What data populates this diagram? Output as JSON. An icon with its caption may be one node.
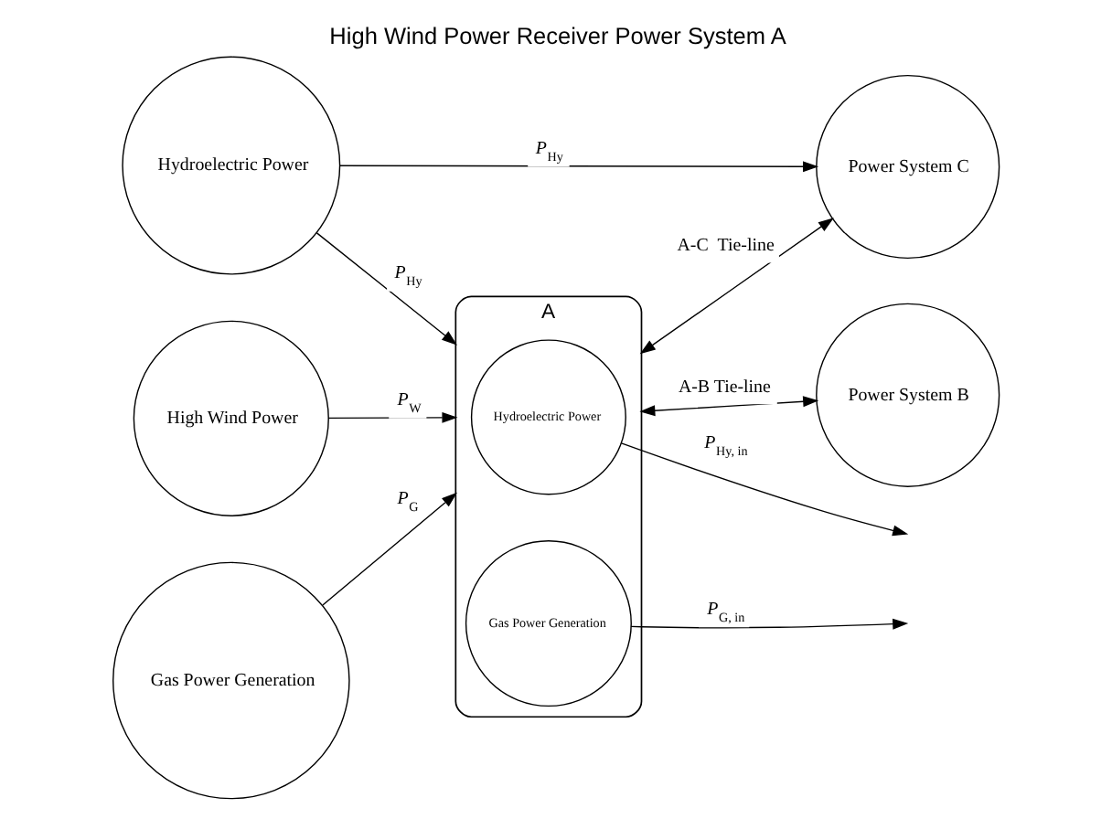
{
  "diagram": {
    "title": "High Wind Power Receiver Power System A",
    "nodes": [
      {
        "text": [
          "A"
        ]
      },
      {
        "text": [
          "Hydroelectric Power"
        ],
        "in": 0
      },
      {
        "text": [
          "Gas Power Generation"
        ],
        "in": 0
      },
      {
        "text": [
          "Gas Power Generation"
        ]
      },
      {
        "text": [
          "Power System B"
        ]
      },
      {
        "text": [
          "Power System C"
        ]
      },
      {
        "text": [
          "High Wind Power"
        ]
      },
      {
        "text": [
          "Hydroelectric Power"
        ]
      }
    ],
    "edges": [
      {
        "from": 3,
        "to": 0,
        "arrow": "to",
        "label": "*P*$_{G}$"
      },
      {
        "from": 1,
        "to": null,
        "arrow": "to",
        "label": "*P*$_{Hy, in}$"
      },
      {
        "from": 2,
        "to": null,
        "arrow": "to",
        "label": "*P*$_{G, in}$"
      },
      {
        "from": 0,
        "to": 4,
        "arrow": "both",
        "label": "A-B Tie-line"
      },
      {
        "from": 0,
        "to": 5,
        "arrow": "both",
        "label": "A-C  Tie-line"
      },
      {
        "from": 6,
        "to": 0,
        "arrow": "to",
        "label": "*P*$_{W}$"
      },
      {
        "from": 7,
        "to": 0,
        "arrow": "to",
        "label": "*P*$_{Hy}$"
      },
      {
        "from": 7,
        "to": 5,
        "arrow": "to",
        "label": "*P*$_{Hy}$"
      }
    ]
  }
}
